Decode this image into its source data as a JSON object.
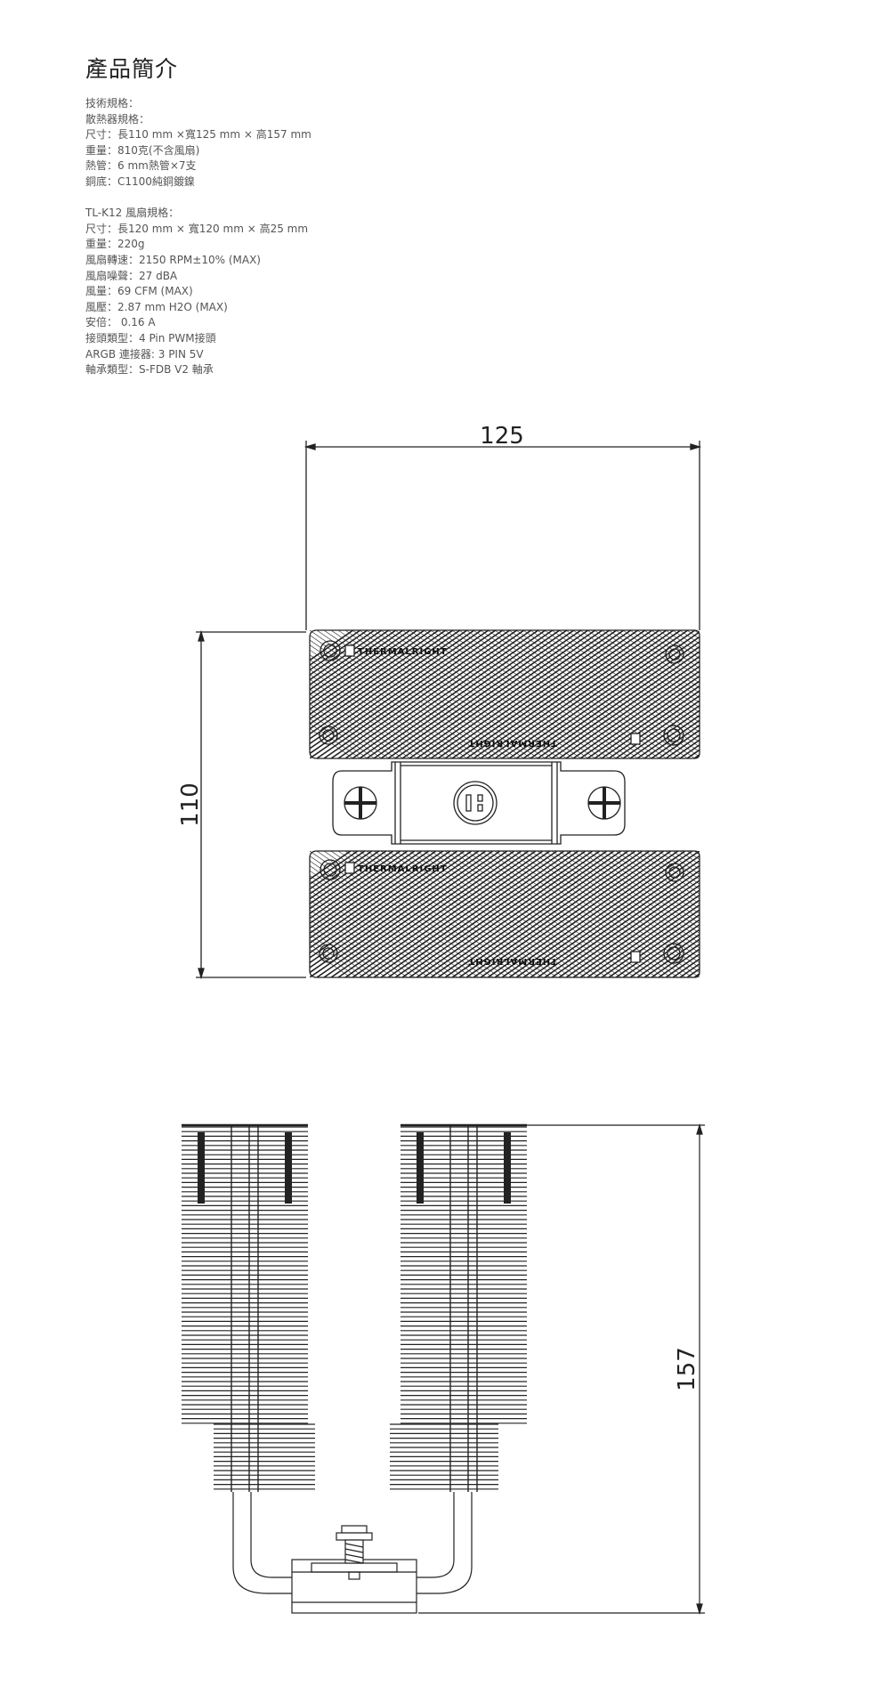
{
  "intro": {
    "title": "產品簡介",
    "heatsink_lines": [
      "技術規格：",
      "散熱器規格：",
      "尺寸：長110 mm ×寬125 mm × 高157 mm",
      "重量：810克(不含風扇)",
      "熱管：6 mm熱管×7支",
      "銅底：C1100純銅鍍鎳"
    ],
    "fan_lines": [
      "TL-K12 風扇規格：",
      "尺寸：長120 mm × 寬120 mm × 高25 mm",
      "重量：220g",
      "風扇轉速：2150 RPM±10% (MAX)",
      "風扇噪聲：27 dBA",
      "風量：69 CFM (MAX)",
      "風壓：2.87 mm H2O (MAX)",
      "安倍： 0.16 A",
      "接頭類型：4 Pin PWM接頭",
      "ARGB 連接器: 3 PIN 5V",
      "軸承類型：S-FDB V2 軸承"
    ]
  },
  "drawing": {
    "width_label": "125",
    "length_label": "110",
    "height_label": "157",
    "brand_text": "THERMALRIGHT"
  }
}
